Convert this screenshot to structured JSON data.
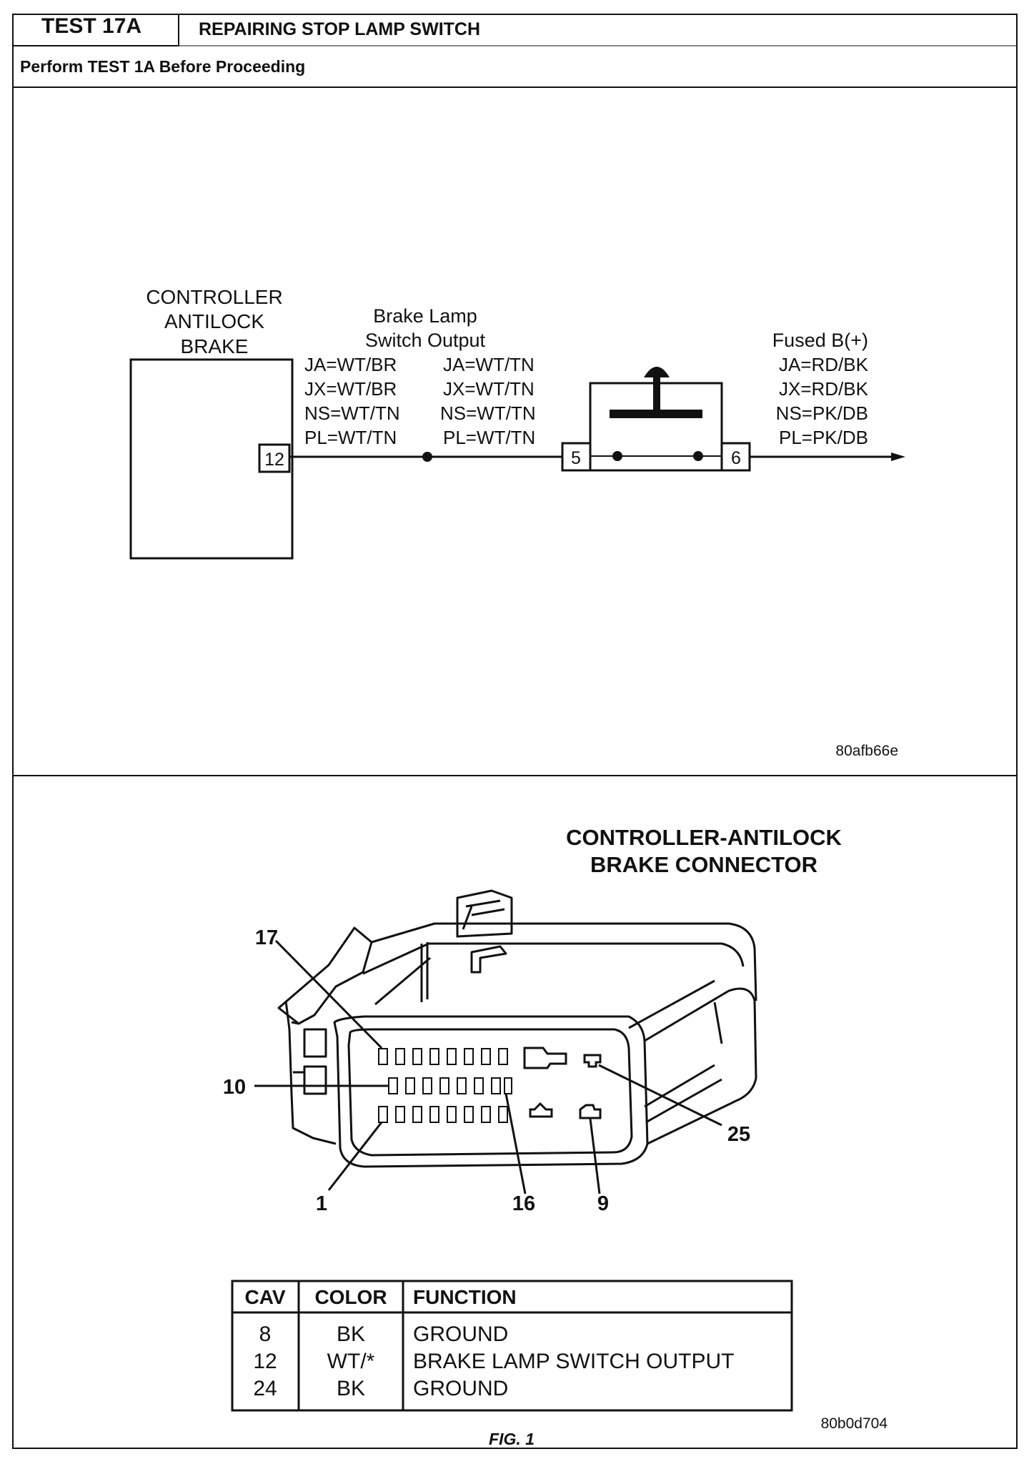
{
  "header": {
    "test_id": "TEST 17A",
    "title": "REPAIRING STOP LAMP SWITCH",
    "subtitle": "Perform TEST 1A Before Proceeding"
  },
  "schematic": {
    "controller_label": [
      "CONTROLLER",
      "ANTILOCK",
      "BRAKE"
    ],
    "controller_pin": "12",
    "circuit_label": [
      "Brake Lamp",
      "Switch Output"
    ],
    "left_wire_codes": [
      "JA=WT/BR",
      "JX=WT/BR",
      "NS=WT/TN",
      "PL=WT/TN"
    ],
    "right_wire_codes": [
      "JA=WT/TN",
      "JX=WT/TN",
      "NS=WT/TN",
      "PL=WT/TN"
    ],
    "switch_pin_left": "5",
    "switch_pin_right": "6",
    "fused_label": "Fused B(+)",
    "fused_codes": [
      "JA=RD/BK",
      "JX=RD/BK",
      "NS=PK/DB",
      "PL=PK/DB"
    ],
    "figure_code": "80afb66e"
  },
  "connector": {
    "title": [
      "CONTROLLER-ANTILOCK",
      "BRAKE CONNECTOR"
    ],
    "callouts": {
      "c17": "17",
      "c10": "10",
      "c1": "1",
      "c16": "16",
      "c9": "9",
      "c25": "25"
    },
    "table": {
      "headers": [
        "CAV",
        "COLOR",
        "FUNCTION"
      ],
      "rows": [
        {
          "cav": "8",
          "color": "BK",
          "function": "GROUND"
        },
        {
          "cav": "12",
          "color": "WT/*",
          "function": "BRAKE LAMP SWITCH OUTPUT"
        },
        {
          "cav": "24",
          "color": "BK",
          "function": "GROUND"
        }
      ]
    },
    "figure_code": "80b0d704",
    "caption": "FIG. 1"
  }
}
